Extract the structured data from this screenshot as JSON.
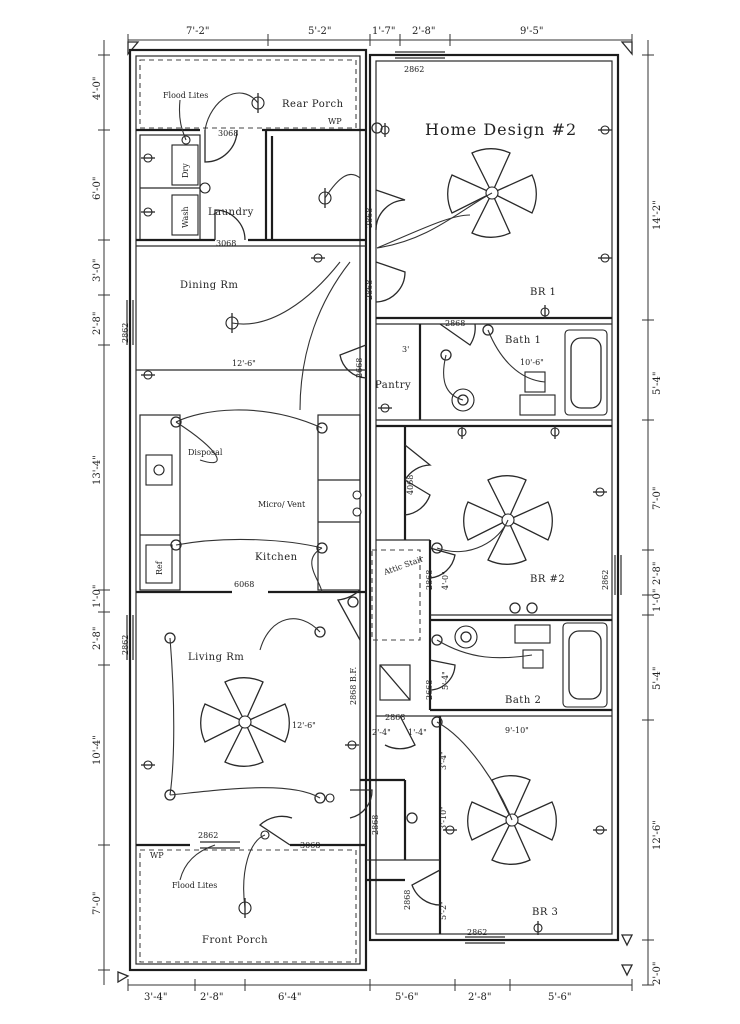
{
  "title": "Home Design #2",
  "rooms": {
    "rear_porch": "Rear Porch",
    "laundry": "Laundry",
    "dining": "Dining Rm",
    "kitchen": "Kitchen",
    "living": "Living Rm",
    "front_porch": "Front Porch",
    "br1": "BR 1",
    "bath1": "Bath 1",
    "pantry": "Pantry",
    "br2": "BR #2",
    "bath2": "Bath 2",
    "br3": "BR 3",
    "attic_stair": "Attic Stair"
  },
  "fixtures": {
    "dry": "Dry",
    "wash": "Wash",
    "flood_lites_rear": "Flood Lites",
    "flood_lites_front": "Flood Lites",
    "disposal": "Disposal",
    "micro_vent": "Micro/ Vent",
    "ref": "Ref",
    "wp_rear": "WP",
    "wp_front": "WP"
  },
  "door_labels": {
    "d_2862_top": "2862",
    "d_3068_rear": "3068",
    "d_3068_laundry": "3068",
    "d_2868_a": "2868",
    "d_2868_b": "2868",
    "d_2862_dining": "2862",
    "d_2868_bath1": "2868",
    "d_2668_pantry": "2668",
    "d_4068": "4068",
    "d_6068": "6068",
    "d_2868_att": "2868",
    "d_2862_living": "2862",
    "d_2868_living": "2868 B.F.",
    "d_2668_bath2": "2668",
    "d_2862_br2": "2862",
    "d_2868_hall": "2868",
    "d_2862_front": "2862",
    "d_3068_front": "3068",
    "d_2868_front": "2868",
    "d_2868_br3": "2868",
    "d_2862_br3": "2862",
    "d_2862_br3b": "2862"
  },
  "interior_dims": {
    "dining_w": "12'-6\"",
    "bath1_w": "10'-6\"",
    "pantry_d": "3'",
    "living_w": "12'-6\"",
    "br2_closet": "4'-0\"",
    "bath2_d": "5'-4\"",
    "hall_a": "2'-4\"",
    "hall_b": "1'-4\"",
    "hall_c": "9'-10\"",
    "hall_d": "3'-4\"",
    "hall_e": "3'-10\"",
    "br3_closet": "5'-2\""
  },
  "top_dims": [
    "7'-2\"",
    "5'-2\"",
    "1'-7\"",
    "2'-8\"",
    "9'-5\""
  ],
  "bottom_dims": [
    "3'-4\"",
    "2'-8\"",
    "6'-4\"",
    "5'-6\"",
    "2'-8\"",
    "5'-6\""
  ],
  "left_dims": [
    "4'-0\"",
    "6'-0\"",
    "3'-0\"",
    "2'-8\"",
    "13'-4\"",
    "1'-0\"",
    "2'-8\"",
    "10'-4\"",
    "7'-0\""
  ],
  "right_dims": [
    "14'-2\"",
    "5'-4\"",
    "7'-0\"",
    "2'-8\"",
    "1'-0\"",
    "5'-4\"",
    "12'-6\"",
    "2'-0\""
  ]
}
